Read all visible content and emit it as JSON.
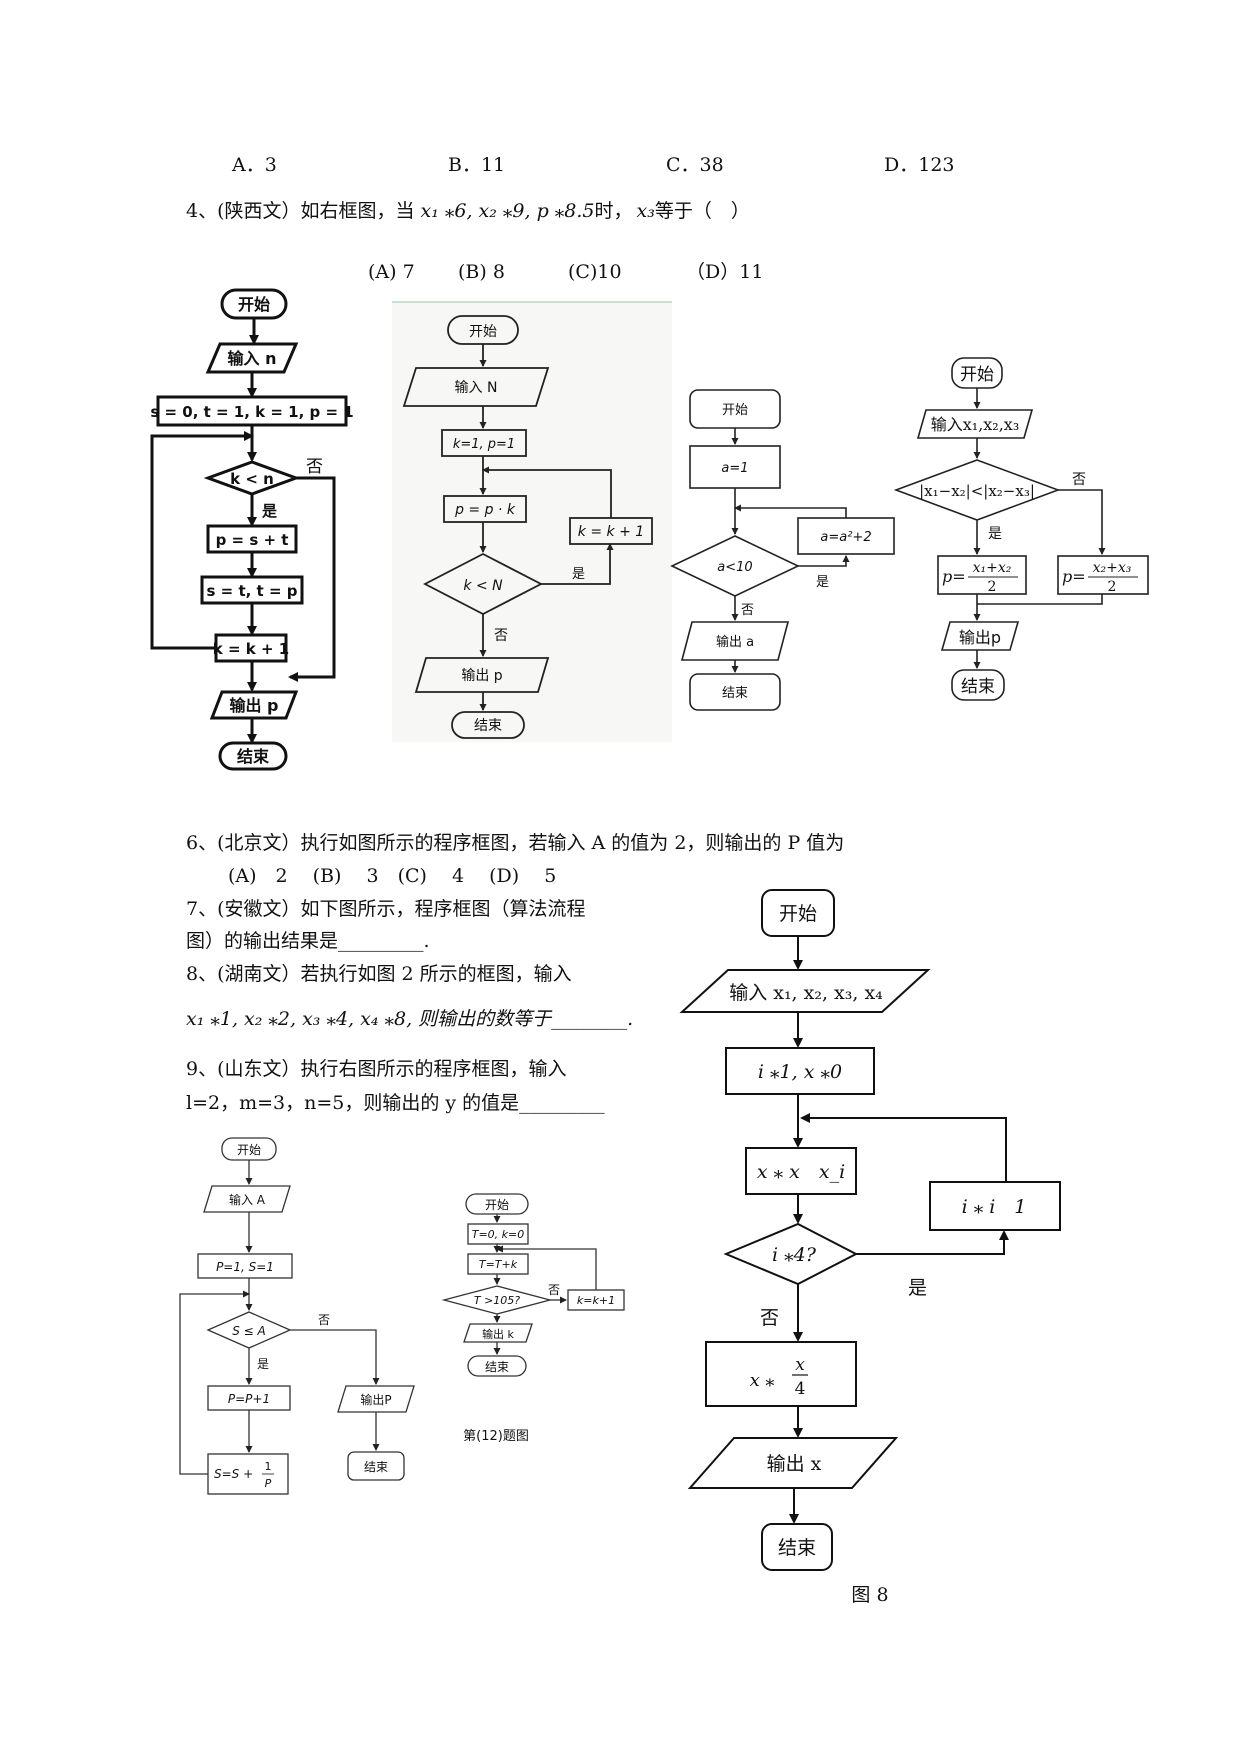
{
  "q3_options": [
    "A．3",
    "B．11",
    "C．38",
    "D．123"
  ],
  "q4": {
    "prompt_pre": "4、(陕西文）如右框图，当",
    "prompt_vars": "x₁ ⁎6, x₂ ⁎9, p ⁎8.5",
    "prompt_post": "时，",
    "prompt_var3": "x₃",
    "prompt_end": "等于（　）",
    "options": [
      "(A) 7",
      "(B) 8",
      "(C)10",
      "（D）11"
    ]
  },
  "fc1": {
    "start": "开始",
    "input": "输入 n",
    "init": "s = 0, t = 1, k = 1, p = 1",
    "cond": "k < n",
    "no": "否",
    "yes": "是",
    "step1": "p = s + t",
    "step2": "s = t,  t = p",
    "step3": "k = k + 1",
    "output": "输出 p",
    "end": "结束"
  },
  "fc2": {
    "start": "开始",
    "input": "输入 N",
    "init": "k=1, p=1",
    "step": "p = p · k",
    "cond": "k < N",
    "yes": "是",
    "inc": "k = k + 1",
    "no": "否",
    "output": "输出 p",
    "end": "结束"
  },
  "fc3": {
    "start": "开始",
    "init": "a=1",
    "cond": "a<10",
    "step": "a=a²+2",
    "yes": "是",
    "no": "否",
    "output": "输出 a",
    "end": "结束"
  },
  "fc4": {
    "start": "开始",
    "input": "输入x₁,x₂,x₃",
    "cond": "|x₁−x₂|<|x₂−x₃|",
    "no": "否",
    "yes": "是",
    "left_pre": "p=",
    "left_num": "x₁+x₂",
    "left_den": "2",
    "right_pre": "p=",
    "right_num": "x₂+x₃",
    "right_den": "2",
    "output": "输出p",
    "end": "结束"
  },
  "q6": {
    "prompt": "6、(北京文）执行如图所示的程序框图，若输入 A 的值为 2，则输出的 P 值为",
    "options": "(A)　2　 (B)　 3　(C)　 4　 (D)　 5"
  },
  "q7": {
    "line1": "7、(安徽文）如下图所示，程序框图（算法流程",
    "line2": "图）的输出结果是_________."
  },
  "q8": {
    "line1": "8、(湖南文）若执行如图 2 所示的框图，输入",
    "line2": "x₁ ⁎1, x₂ ⁎2, x₃ ⁎4, x₄ ⁎8, 则输出的数等于________."
  },
  "q9": {
    "line1": "9、(山东文）执行右图所示的程序框图，输入",
    "line2": "l=2，m=3，n=5，则输出的 y 的值是_________"
  },
  "fc5": {
    "start": "开始",
    "input": "输入 A",
    "init": "P=1, S=1",
    "cond": "S ≤ A",
    "no": "否",
    "yes": "是",
    "step1": "P=P+1",
    "step2_pre": "S=S +",
    "step2_num": "1",
    "step2_den": "P",
    "output": "输出P",
    "end": "结束"
  },
  "fc6": {
    "start": "开始",
    "init": "T=0, k=0",
    "step": "T=T+k",
    "cond": "T >105?",
    "no": "否",
    "inc": "k=k+1",
    "output": "输出 k",
    "end": "结束",
    "caption": "第(12)题图"
  },
  "fc7": {
    "start": "开始",
    "input": "输入 x₁, x₂, x₃, x₄",
    "init": "i ⁎1, x ⁎0",
    "step": "x ⁎ x　x_i",
    "cond": "i ⁎4?",
    "inc": "i ⁎ i　1",
    "yes": "是",
    "no": "否",
    "calc_pre": "x ⁎",
    "calc_num": "x",
    "calc_den": "4",
    "output": "输出 x",
    "end": "结束",
    "caption": "图 8"
  }
}
